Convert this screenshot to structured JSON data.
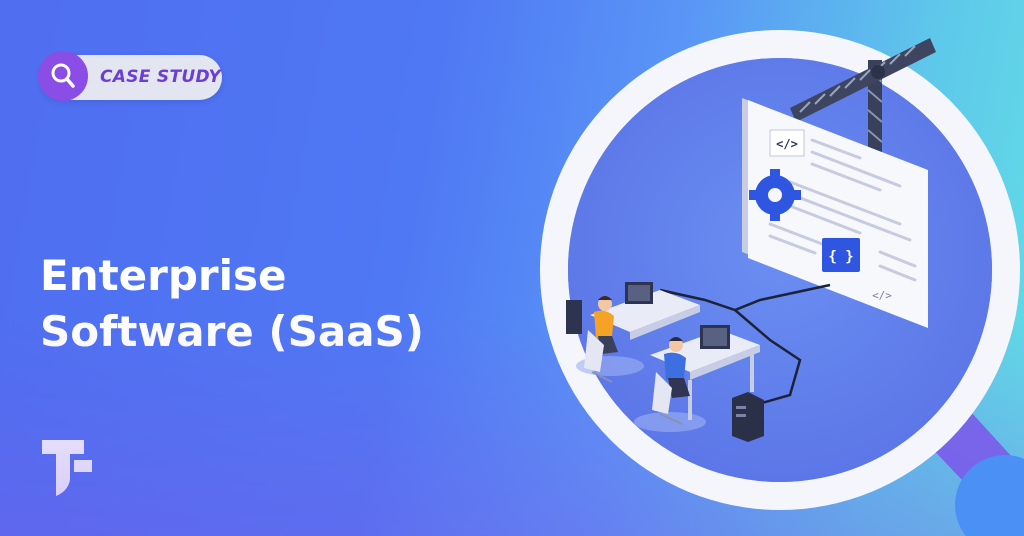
{
  "badge": {
    "label": "CASE STUDY",
    "icon": "magnifier-icon"
  },
  "headline": {
    "line1": "Enterprise",
    "line2": "Software (SaaS)"
  },
  "illustration": {
    "code_tag_top": "</>",
    "code_tag_bottom": "</>",
    "braces_icon": "{ }"
  },
  "colors": {
    "badge_bg": "#e3e6f1",
    "badge_text": "#6b3fd6",
    "badge_icon_bg": "#8a4de6",
    "headline": "#ffffff",
    "gear": "#2f56e0",
    "braces_box": "#2f56e0"
  }
}
